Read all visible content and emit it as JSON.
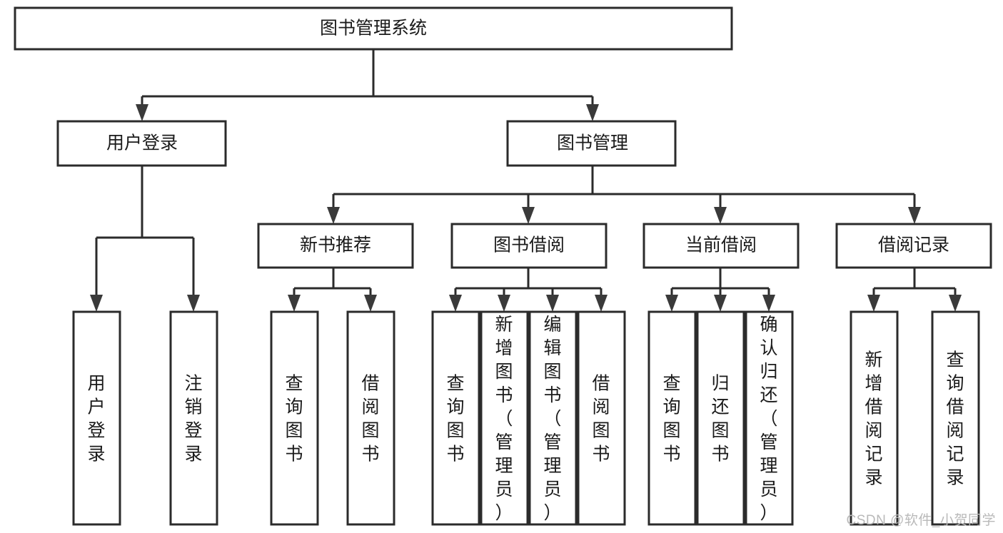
{
  "diagram": {
    "type": "tree-hierarchy",
    "title": "图书管理系统",
    "orientation": "top-down",
    "colors": {
      "box_fill": "#ffffff",
      "box_stroke": "#2b2b2b",
      "connector": "#2b2b2b",
      "text": "#1a1a1a",
      "watermark": "#b9b9b9"
    },
    "levels": {
      "root": {
        "label": "图书管理系统",
        "text_orientation": "horizontal"
      },
      "level2": [
        {
          "id": "user-login",
          "label": "用户登录",
          "text_orientation": "horizontal"
        },
        {
          "id": "book-management",
          "label": "图书管理",
          "text_orientation": "horizontal"
        }
      ],
      "level3": [
        {
          "id": "new-book-recommend",
          "label": "新书推荐",
          "text_orientation": "horizontal",
          "parent": "book-management"
        },
        {
          "id": "book-borrow",
          "label": "图书借阅",
          "text_orientation": "horizontal",
          "parent": "book-management"
        },
        {
          "id": "current-borrow",
          "label": "当前借阅",
          "text_orientation": "horizontal",
          "parent": "book-management"
        },
        {
          "id": "borrow-record",
          "label": "借阅记录",
          "text_orientation": "horizontal",
          "parent": "book-management"
        }
      ],
      "leaves": [
        {
          "id": "leaf-user-login",
          "parent": "user-login",
          "label": "用户登录",
          "text_orientation": "vertical"
        },
        {
          "id": "leaf-user-logout",
          "parent": "user-login",
          "label": "注销登录",
          "text_orientation": "vertical"
        },
        {
          "id": "leaf-query-book-1",
          "parent": "new-book-recommend",
          "label": "查询图书",
          "text_orientation": "vertical"
        },
        {
          "id": "leaf-borrow-book-1",
          "parent": "new-book-recommend",
          "label": "借阅图书",
          "text_orientation": "vertical"
        },
        {
          "id": "leaf-query-book-2",
          "parent": "book-borrow",
          "label": "查询图书",
          "text_orientation": "vertical"
        },
        {
          "id": "leaf-add-book",
          "parent": "book-borrow",
          "label": "新增图书（管理员）",
          "text_orientation": "vertical"
        },
        {
          "id": "leaf-edit-book",
          "parent": "book-borrow",
          "label": "编辑图书（管理员）",
          "text_orientation": "vertical"
        },
        {
          "id": "leaf-borrow-book-2",
          "parent": "book-borrow",
          "label": "借阅图书",
          "text_orientation": "vertical"
        },
        {
          "id": "leaf-query-book-3",
          "parent": "current-borrow",
          "label": "查询图书",
          "text_orientation": "vertical"
        },
        {
          "id": "leaf-return-book",
          "parent": "current-borrow",
          "label": "归还图书",
          "text_orientation": "vertical"
        },
        {
          "id": "leaf-confirm-return",
          "parent": "current-borrow",
          "label": "确认归还（管理员）",
          "text_orientation": "vertical"
        },
        {
          "id": "leaf-add-record",
          "parent": "borrow-record",
          "label": "新增借阅记录",
          "text_orientation": "vertical"
        },
        {
          "id": "leaf-query-record",
          "parent": "borrow-record",
          "label": "查询借阅记录",
          "text_orientation": "vertical"
        }
      ]
    }
  },
  "watermark": {
    "text": "CSDN @软件_小贺同学"
  }
}
